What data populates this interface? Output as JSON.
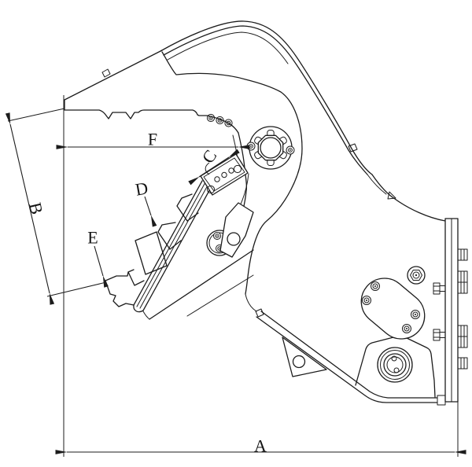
{
  "diagram": {
    "background": "#ffffff",
    "line_color": "#1c1c1c",
    "labels": {
      "a": "A",
      "b": "B",
      "c": "C",
      "d": "D",
      "e": "E",
      "f": "F"
    }
  }
}
